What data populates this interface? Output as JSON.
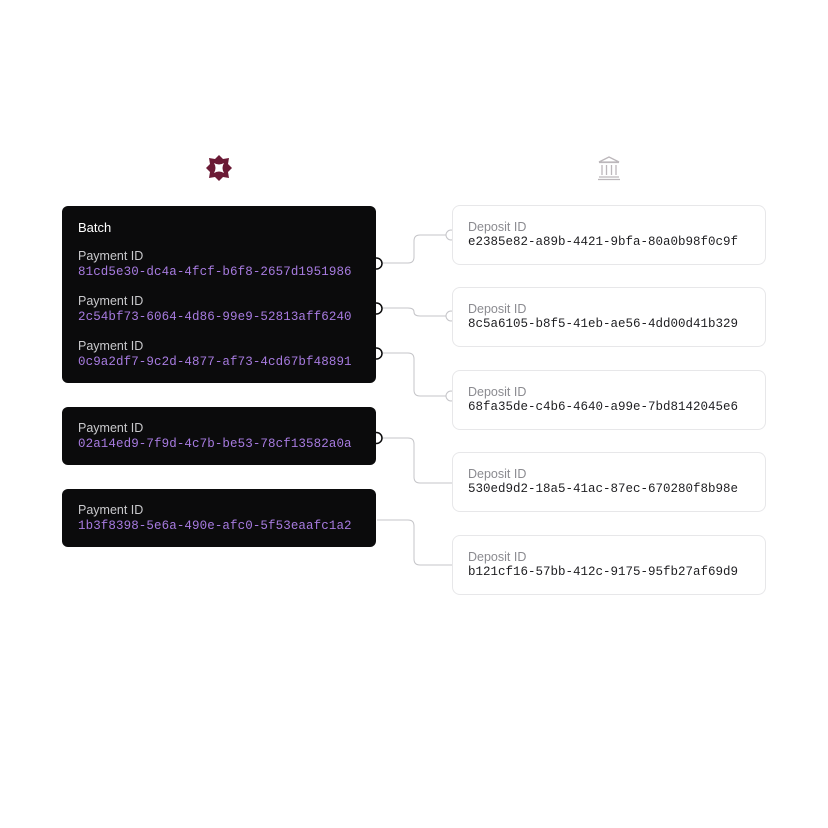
{
  "icons": {
    "left": "brand-logo-icon",
    "right": "bank-icon"
  },
  "colors": {
    "accent_purple": "#a77be0",
    "brand": "#6b1a35",
    "card_dark": "#0b0b0c"
  },
  "batch": {
    "title": "Batch"
  },
  "payments": [
    {
      "label": "Payment ID",
      "id": "81cd5e30-dc4a-4fcf-b6f8-2657d1951986"
    },
    {
      "label": "Payment ID",
      "id": "2c54bf73-6064-4d86-99e9-52813aff6240"
    },
    {
      "label": "Payment ID",
      "id": "0c9a2df7-9c2d-4877-af73-4cd67bf48891"
    },
    {
      "label": "Payment ID",
      "id": "02a14ed9-7f9d-4c7b-be53-78cf13582a0a"
    },
    {
      "label": "Payment ID",
      "id": "1b3f8398-5e6a-490e-afc0-5f53eaafc1a2"
    }
  ],
  "deposits": [
    {
      "label": "Deposit ID",
      "id": "e2385e82-a89b-4421-9bfa-80a0b98f0c9f"
    },
    {
      "label": "Deposit ID",
      "id": "8c5a6105-b8f5-41eb-ae56-4dd00d41b329"
    },
    {
      "label": "Deposit ID",
      "id": "68fa35de-c4b6-4640-a99e-7bd8142045e6"
    },
    {
      "label": "Deposit ID",
      "id": "530ed9d2-18a5-41ac-87ec-670280f8b98e"
    },
    {
      "label": "Deposit ID",
      "id": "b121cf16-57bb-412c-9175-95fb27af69d9"
    }
  ]
}
